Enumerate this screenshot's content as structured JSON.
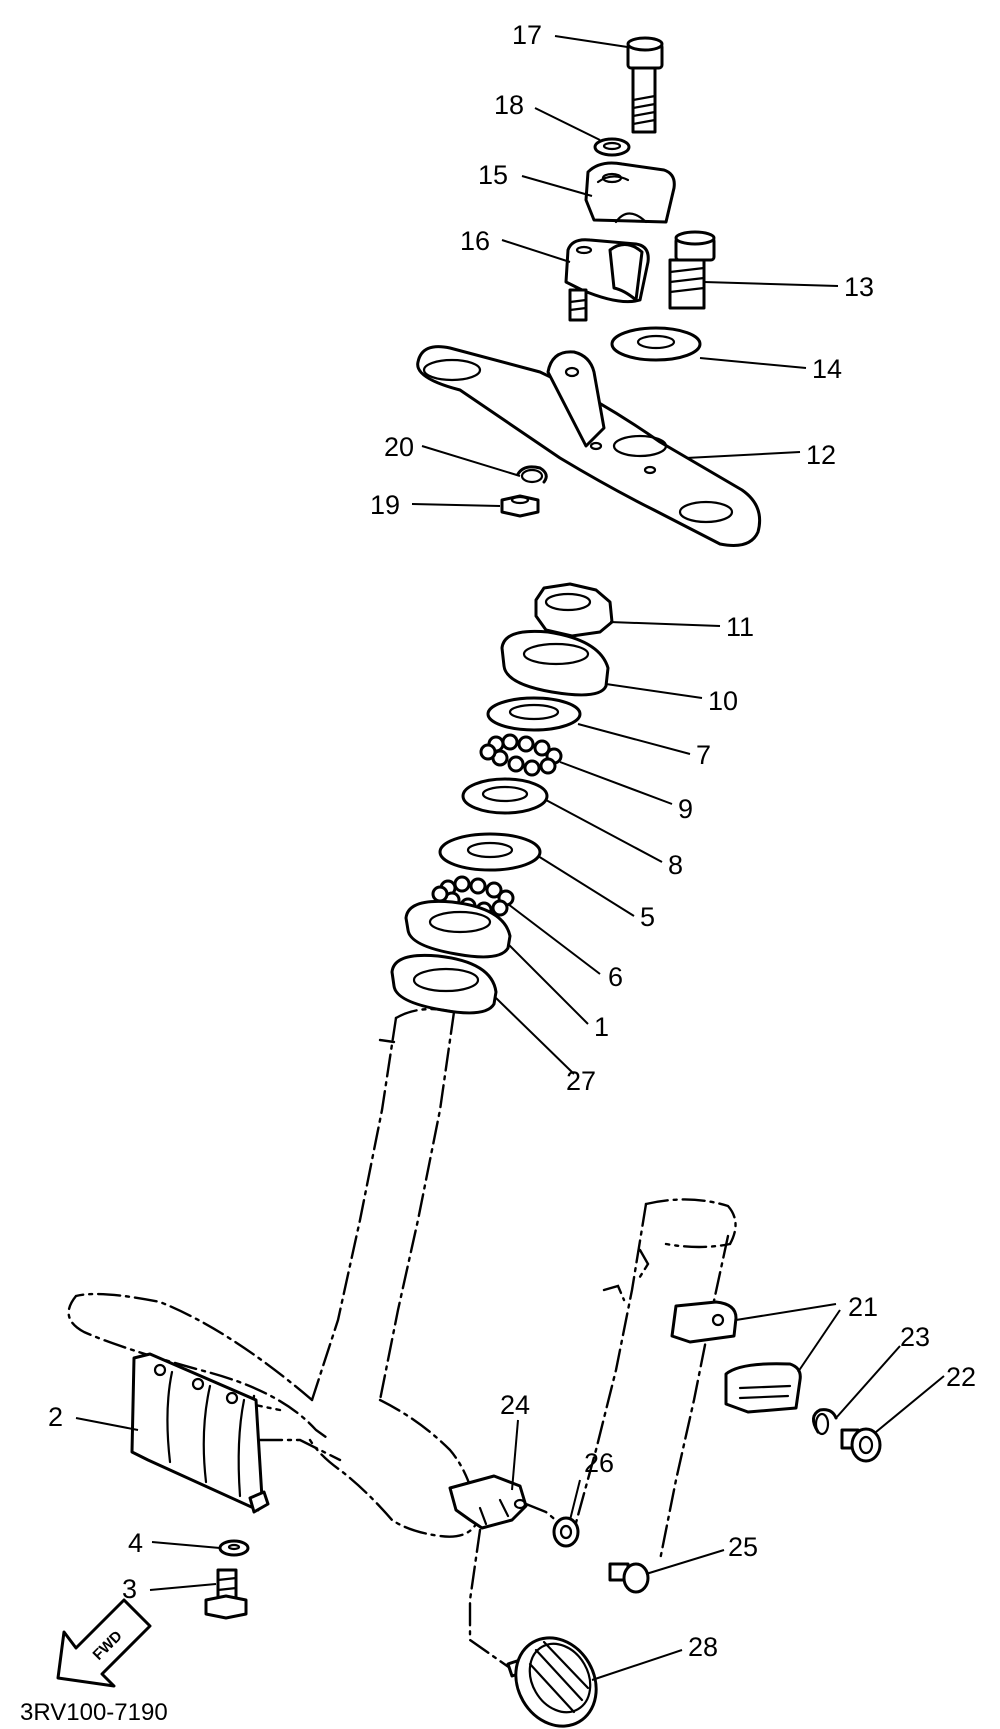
{
  "diagram": {
    "drawing_code": "3RV100-7190",
    "direction_arrow": {
      "text": "FWD",
      "icon": "fwd-arrow-icon"
    },
    "callouts": {
      "p1": "1",
      "p2": "2",
      "p3": "3",
      "p4": "4",
      "p5": "5",
      "p6": "6",
      "p7": "7",
      "p8": "8",
      "p9": "9",
      "p10": "10",
      "p11": "11",
      "p12": "12",
      "p13": "13",
      "p14": "14",
      "p15": "15",
      "p16": "16",
      "p17": "17",
      "p18": "18",
      "p19": "19",
      "p20": "20",
      "p21": "21",
      "p22": "22",
      "p23": "23",
      "p24": "24",
      "p25": "25",
      "p26": "26",
      "p27": "27",
      "p28": "28"
    },
    "colors": {
      "line": "#000000",
      "background": "#ffffff"
    }
  }
}
